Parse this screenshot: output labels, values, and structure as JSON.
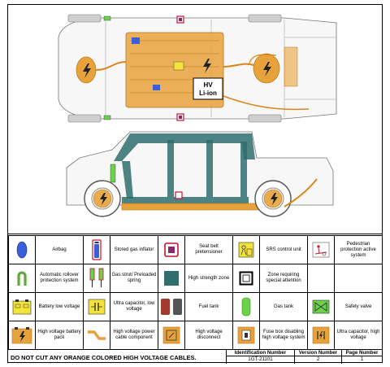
{
  "diagram": {
    "badge_line1": "HV",
    "badge_line2": "Li-ion"
  },
  "legend": [
    [
      {
        "icon": "airbag-icon",
        "label": "Airbag"
      },
      {
        "icon": "gas-inflator-icon",
        "label": "Stored gas inflator"
      },
      {
        "icon": "seatbelt-pretensioner-icon",
        "label": "Seat belt pretensioner"
      },
      {
        "icon": "srs-control-unit-icon",
        "label": "SRS control unit"
      },
      {
        "icon": "pedestrian-protection-icon",
        "label": "Pedestrian protection active system"
      }
    ],
    [
      {
        "icon": "rollover-protection-icon",
        "label": "Automatic rollover protection system"
      },
      {
        "icon": "gas-strut-icon",
        "label": "Gas strut/ Preloaded spring"
      },
      {
        "icon": "high-strength-zone-icon",
        "label": "High strength zone"
      },
      {
        "icon": "special-attention-zone-icon",
        "label": "Zone requiring special attention"
      },
      {
        "icon": "",
        "label": ""
      }
    ],
    [
      {
        "icon": "battery-low-voltage-icon",
        "label": "Battery low voltage"
      },
      {
        "icon": "ultracap-low-voltage-icon",
        "label": "Ultra capacitor, low voltage"
      },
      {
        "icon": "fuel-tank-icon",
        "label": "Fuel tank"
      },
      {
        "icon": "gas-tank-icon",
        "label": "Gas tank"
      },
      {
        "icon": "safety-valve-icon",
        "label": "Safety valve"
      }
    ],
    [
      {
        "icon": "hv-battery-pack-icon",
        "label": "High voltage battery pack"
      },
      {
        "icon": "hv-cable-icon",
        "label": "High voltage power cable component"
      },
      {
        "icon": "hv-disconnect-icon",
        "label": "High voltage disconnect"
      },
      {
        "icon": "fuse-box-icon",
        "label": "Fuse box disabling high voltage system"
      },
      {
        "icon": "ultracap-high-voltage-icon",
        "label": "Ultra capacitor, high voltage"
      }
    ]
  ],
  "footer": {
    "warning": "DO NOT CUT ANY ORANGE COLORED HIGH VOLTAGE CABLES.",
    "id_header": "Identification Number",
    "id_value": "1GT-21101",
    "version_header": "Version Number",
    "version_value": "2",
    "page_header": "Page Number",
    "page_value": "1"
  },
  "colors": {
    "hv_orange": "#e8a23c",
    "hv_orange_dark": "#b8741a",
    "structure_teal": "#2f6f6d",
    "airbag_blue": "#3a5fd9",
    "rollover_green": "#6ad34a",
    "srs_yellow": "#f3e33a",
    "pretensioner_red": "#c8102e"
  }
}
